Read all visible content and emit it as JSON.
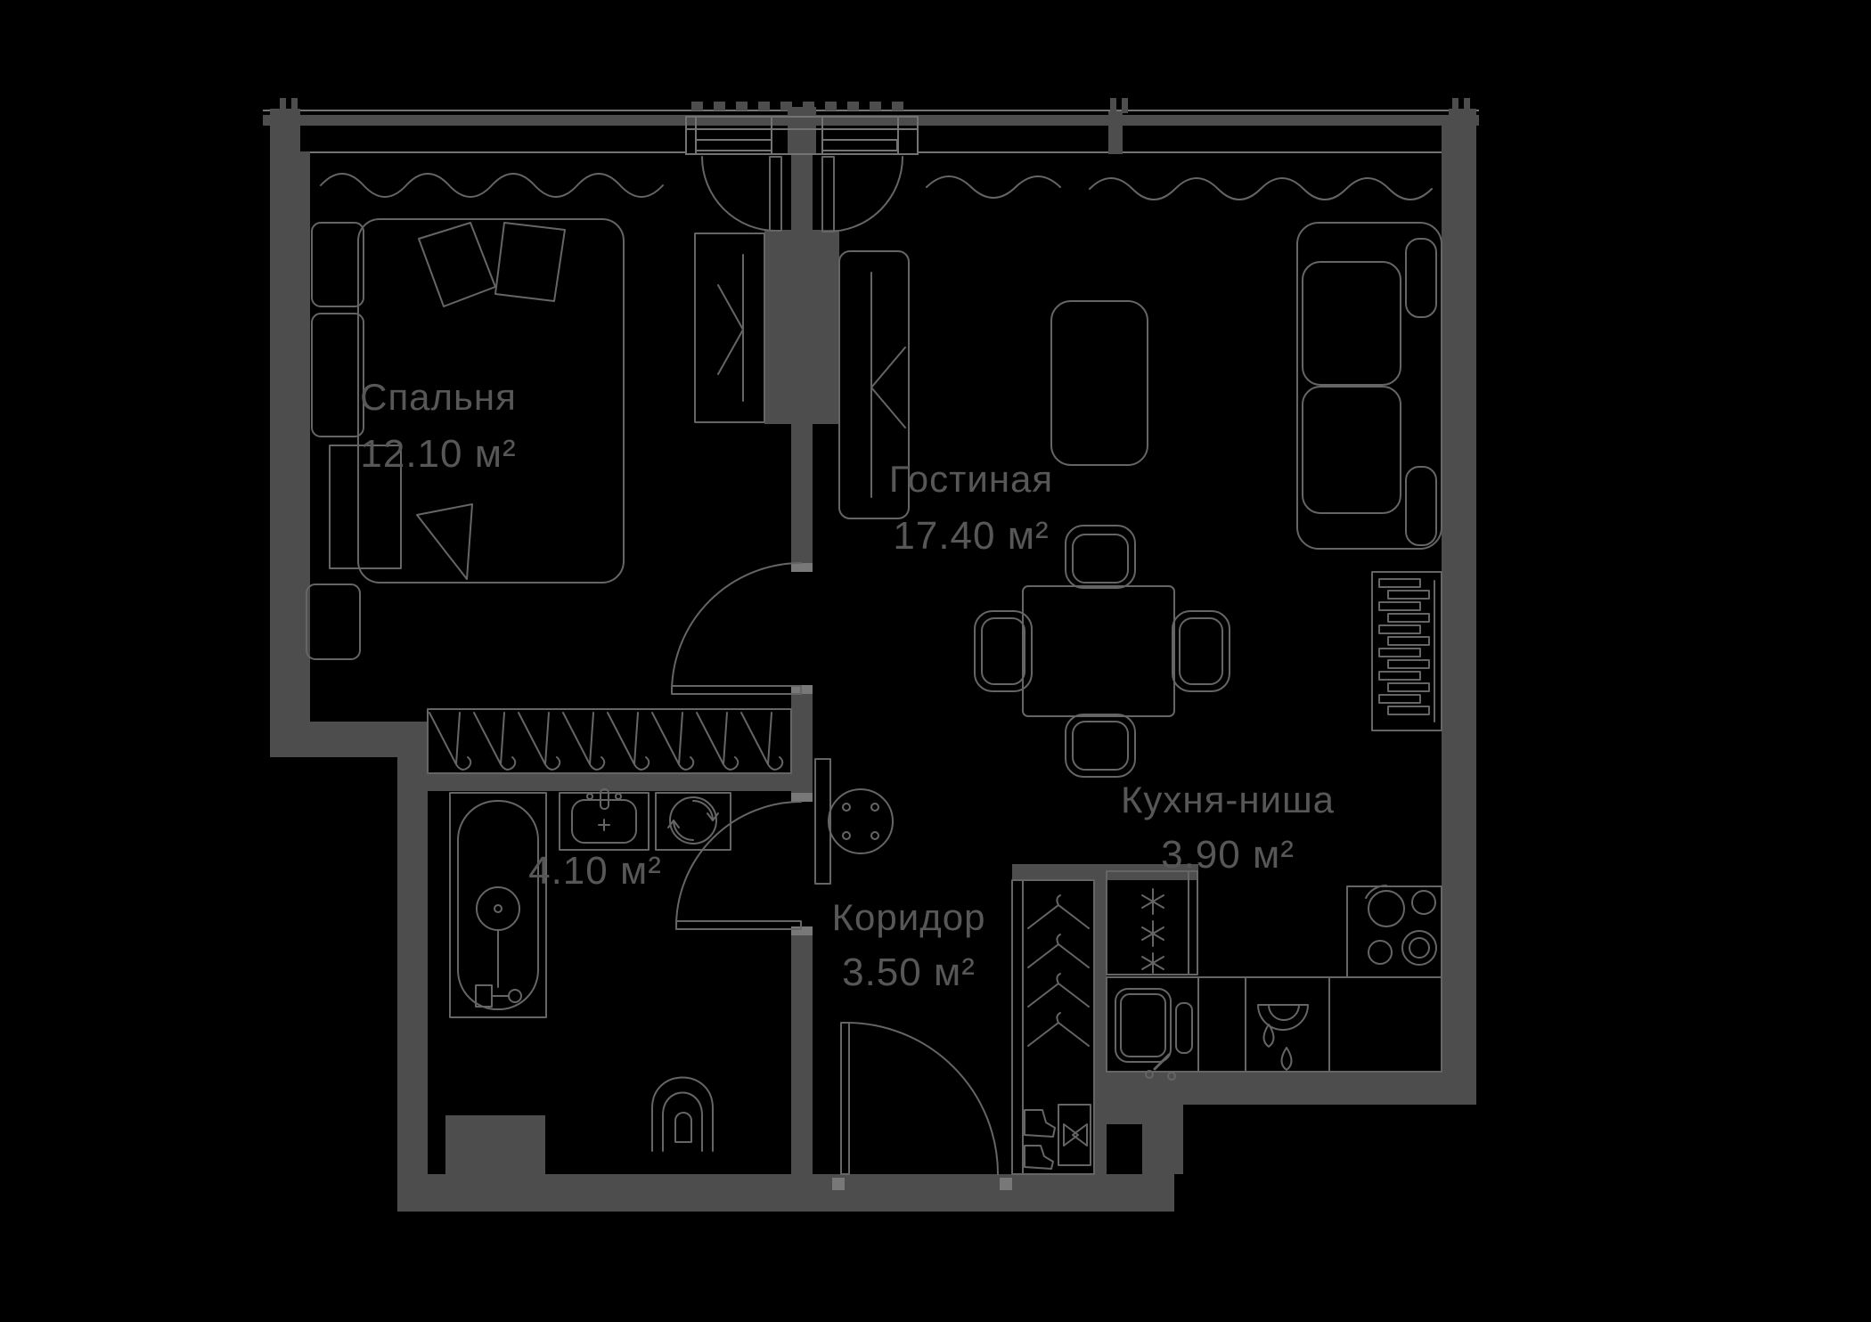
{
  "plan": {
    "type": "apartment-floor-plan",
    "colors": {
      "background": "#000000",
      "wall": "#4d4d4d",
      "furniture_line": "#656565",
      "label_text": "#575757"
    },
    "rooms": {
      "bedroom": {
        "name": "Спальня",
        "area": "12.10 м²"
      },
      "living": {
        "name": "Гостиная",
        "area": "17.40 м²"
      },
      "kitchen": {
        "name": "Кухня-ниша",
        "area": "3.90 м²"
      },
      "corridor": {
        "name": "Коридор",
        "area": "3.50 м²"
      },
      "bathroom": {
        "area": "4.10 м²"
      }
    }
  }
}
